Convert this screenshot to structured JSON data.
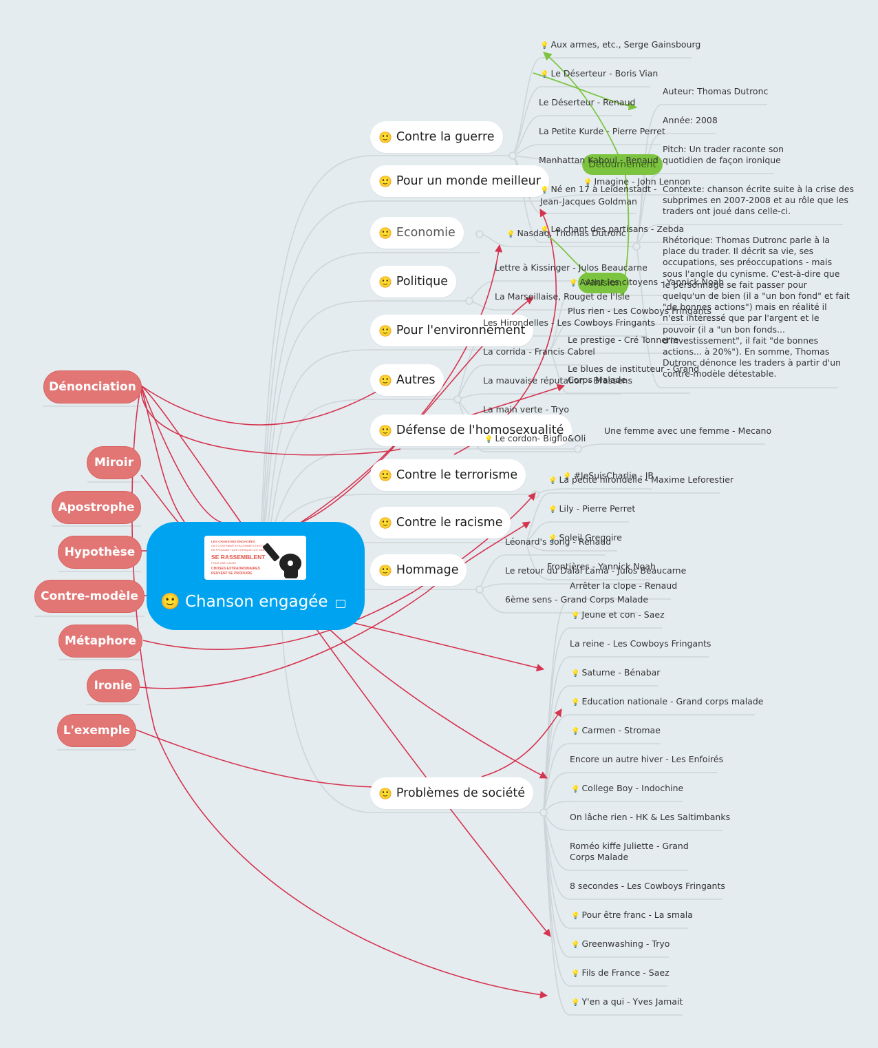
{
  "central": {
    "title": "Chanson engagée",
    "emoji": "🙂",
    "image_text": [
      "LES CHANSONS ENGAGÉES",
      "ONT CONTRIBUÉ À FAÇONNER L'HISTOIRE",
      "EN PROUVANT QUE LORSQUE LES GENS",
      "SE RASSEMBLENT",
      "POUR UNE CAUSE",
      "CHOSES EXTRAORDINAIRES",
      "PEUVENT SE PRODUIRE"
    ]
  },
  "topics": [
    {
      "label": "Contre la guerre",
      "emoji": "🙂"
    },
    {
      "label": "Pour un monde meilleur",
      "emoji": "🙂"
    },
    {
      "label": "Economie",
      "emoji": "🙂"
    },
    {
      "label": "Politique",
      "emoji": "🙂"
    },
    {
      "label": "Pour l'environnement",
      "emoji": "🙂"
    },
    {
      "label": "Autres",
      "emoji": "🙂"
    },
    {
      "label": "Défense de l'homosexualité",
      "emoji": "🙂"
    },
    {
      "label": "Contre le terrorisme",
      "emoji": "🙂"
    },
    {
      "label": "Contre le racisme",
      "emoji": "🙂"
    },
    {
      "label": "Hommage",
      "emoji": "🙂"
    },
    {
      "label": "Problèmes de société",
      "emoji": "🙂"
    }
  ],
  "figures": [
    "Dénonciation",
    "Miroir",
    "Apostrophe",
    "Hypothèse",
    "Contre-modèle",
    "Métaphore",
    "Ironie",
    "L'exemple"
  ],
  "relations": [
    "Détournement",
    "Allusion"
  ],
  "leaves": {
    "guerre": [
      {
        "text": "Aux armes, etc., Serge Gainsbourg",
        "bulb": true
      },
      {
        "text": "Le Déserteur - Boris Vian",
        "bulb": true
      },
      {
        "text": "Le Déserteur - Renaud",
        "bulb": false
      },
      {
        "text": "La Petite Kurde - Pierre Perret",
        "bulb": false
      },
      {
        "text": "Manhattan Kaboul - Renaud",
        "bulb": false
      },
      {
        "text": "Né en 17 à Leidenstadt -",
        "text2": "Jean-Jacques Goldman",
        "bulb": true
      },
      {
        "text": "Le chant des partisans - Zebda",
        "bulb": true
      }
    ],
    "monde": [
      {
        "text": "Imagine - John Lennon",
        "bulb": true
      }
    ],
    "economie": [
      {
        "text": "Nasdaq, Thomas Dutronc",
        "bulb": true
      }
    ],
    "economie_notes": {
      "auteur": "Auteur: Thomas Dutronc",
      "annee": "Année: 2008",
      "pitch": [
        "Pitch: Un trader raconte son",
        "quotidien de façon ironique"
      ],
      "contexte": [
        "Contexte: chanson écrite suite à la crise des",
        "subprimes en 2007-2008 et au rôle que les",
        "traders ont joué dans celle-ci."
      ],
      "rhetorique": [
        "Rhétorique: Thomas Dutronc parle à la",
        "place du trader. Il décrit sa vie, ses",
        "occupations, ses préoccupations - mais",
        "sous l'angle du cynisme. C'est-à-dire que",
        "le personnage se fait passer pour",
        "quelqu'un de bien (il a \"un bon fond\" et fait",
        "\"de bonnes actions\") mais en réalité il",
        "n'est intéressé que par l'argent et le",
        "pouvoir (il a \"un bon fonds...",
        "d'investissement\", il fait \"de bonnes",
        "actions... à 20%\"). En somme, Thomas",
        "Dutronc dénonce les traders à partir d'un",
        "contre-modèle détestable."
      ]
    },
    "politique": [
      {
        "text": "Lettre à Kissinger - Julos Beaucarne",
        "bulb": false
      },
      {
        "text": "La Marseillaise, Rouget de l'Isle",
        "bulb": false
      }
    ],
    "environnement": [
      {
        "text": "Avant les citoyens - Yannick Noah",
        "bulb": true
      },
      {
        "text": "Plus rien - Les Cowboys Fringants",
        "bulb": false
      },
      {
        "text": "Le prestige - Cré Tonnerre",
        "bulb": false
      },
      {
        "text": "Le blues de instituteur - Grand",
        "text2": "Corps Malade",
        "bulb": false
      }
    ],
    "autres": [
      {
        "text": "Les Hirondelles - Les Cowboys Fringants",
        "bulb": false
      },
      {
        "text": "La corrida - Francis Cabrel",
        "bulb": false
      },
      {
        "text": "La mauvaise réputation - Brassens",
        "bulb": false
      },
      {
        "text": "La main verte - Tryo",
        "bulb": false
      },
      {
        "text": "Le cordon- Bigflo&Oli",
        "bulb": true
      }
    ],
    "homosexualite": [
      {
        "text": "Une femme avec une femme - Mecano",
        "bulb": false
      }
    ],
    "terrorisme": [
      {
        "text": "#JeSuisCharlie - JB",
        "bulb": true
      }
    ],
    "racisme": [
      {
        "text": "La petite hirondelle - Maxime Leforestier",
        "bulb": true
      },
      {
        "text": "Lily - Pierre Perret",
        "bulb": true
      },
      {
        "text": "Soleil Gregoire",
        "bulb": true
      },
      {
        "text": "Frontières - Yannick Noah",
        "bulb": false
      }
    ],
    "hommage": [
      {
        "text": "Léonard's song - Renaud",
        "bulb": false
      },
      {
        "text": "Le retour du Dalaï Lama - Julos Beaucarne",
        "bulb": false
      },
      {
        "text": "6ème sens - Grand Corps Malade",
        "bulb": false
      }
    ],
    "societe": [
      {
        "text": "Arrêter la clope - Renaud",
        "bulb": false
      },
      {
        "text": "Jeune et con - Saez",
        "bulb": true
      },
      {
        "text": "La reine - Les Cowboys Fringants",
        "bulb": false
      },
      {
        "text": "Saturne - Bénabar",
        "bulb": true
      },
      {
        "text": "Education nationale - Grand corps malade",
        "bulb": true
      },
      {
        "text": "Carmen - Stromae",
        "bulb": true
      },
      {
        "text": "Encore un autre hiver - Les Enfoirés",
        "bulb": false
      },
      {
        "text": "College Boy - Indochine",
        "bulb": true
      },
      {
        "text": "On lâche rien - HK & Les Saltimbanks",
        "bulb": false
      },
      {
        "text": "Roméo kiffe Juliette - Grand",
        "text2": "Corps Malade",
        "bulb": false
      },
      {
        "text": "8 secondes - Les Cowboys Fringants",
        "bulb": false
      },
      {
        "text": "Pour être franc - La smala",
        "bulb": true
      },
      {
        "text": "Greenwashing - Tryo",
        "bulb": true
      },
      {
        "text": "Fils de France - Saez",
        "bulb": true
      },
      {
        "text": "Y'en a qui -  Yves Jamait",
        "bulb": true
      }
    ]
  },
  "colors": {
    "background": "#e5ecf0",
    "central": "#00a3f0",
    "figure": "#e27675",
    "relation": "#7cc440",
    "arrow_red": "#d5334e",
    "arrow_green": "#7cc440",
    "branch": "#cdd5d9"
  }
}
